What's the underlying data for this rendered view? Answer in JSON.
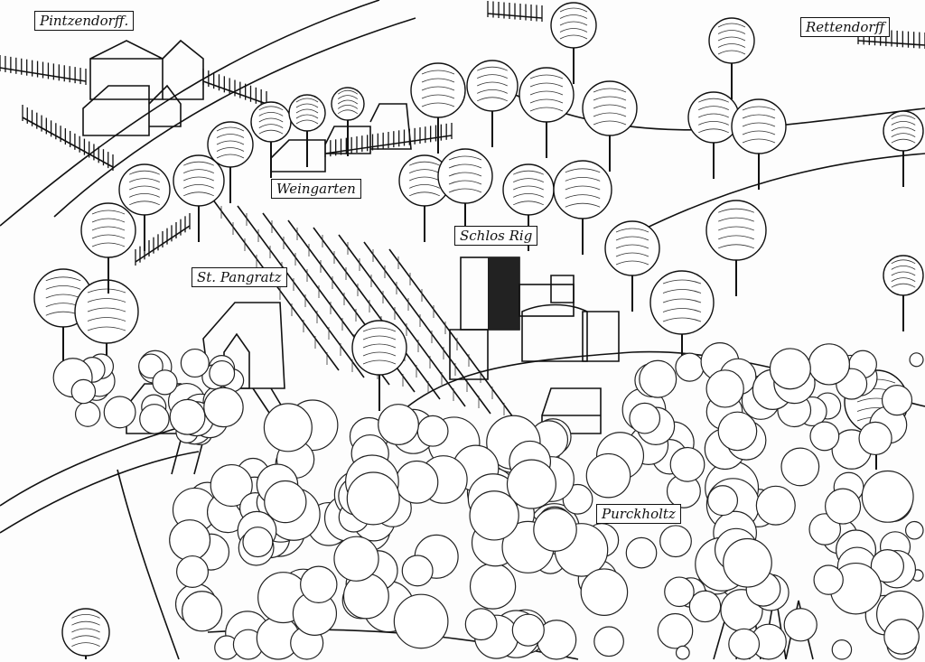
{
  "map": {
    "labels": {
      "pintzendorff": "Pintzendorff.",
      "rettendorff": "Rettendorff",
      "weingarten": "Weingarten",
      "schloss": "Schlos Rig",
      "pangratz": "St. Pangratz",
      "purckholtz": "Purckholtz"
    }
  }
}
